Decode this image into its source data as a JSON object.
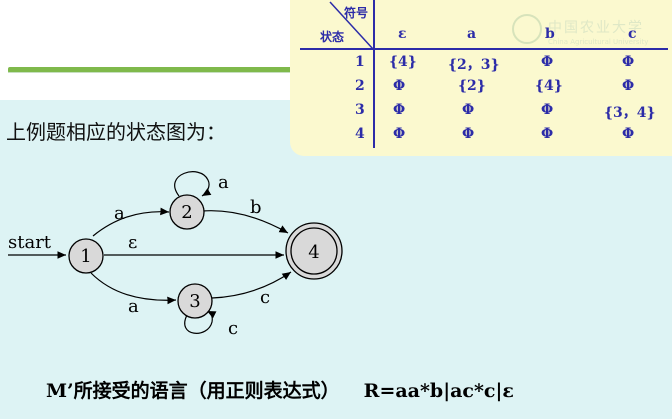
{
  "table": {
    "header_symbol": "符号",
    "header_state": "状态",
    "columns": [
      "ε",
      "a",
      "b",
      "c"
    ],
    "rows": [
      {
        "state": "1",
        "cells": [
          "{4}",
          "{2，3}",
          "Φ",
          "Φ"
        ]
      },
      {
        "state": "2",
        "cells": [
          "Φ",
          "{2}",
          "{4}",
          "Φ"
        ]
      },
      {
        "state": "3",
        "cells": [
          "Φ",
          "Φ",
          "Φ",
          "{3，4}"
        ]
      },
      {
        "state": "4",
        "cells": [
          "Φ",
          "Φ",
          "Φ",
          "Φ"
        ]
      }
    ]
  },
  "watermark": {
    "text": "中国农业大学",
    "subtitle": "China Agricultural University"
  },
  "heading": "上例题相应的状态图为：",
  "diagram": {
    "start_label": "start",
    "states": [
      "1",
      "2",
      "3",
      "4"
    ],
    "final_state": "4",
    "edge_labels": {
      "e1_2": "a",
      "loop2": "a",
      "e2_4": "b",
      "e1_4": "ε",
      "e1_3": "a",
      "e3_4": "c",
      "loop3": "c"
    }
  },
  "bottom": {
    "language_label": "M’所接受的语言（用正则表达式）",
    "regex": "R=aa*b|ac*c|ε"
  },
  "colors": {
    "table_text": "#2c2ca8",
    "table_bg": "#fbf9cf",
    "lower_bg": "#ddf3f4",
    "node_fill": "#d9d9d9",
    "accent_green": "#7fb94b"
  }
}
